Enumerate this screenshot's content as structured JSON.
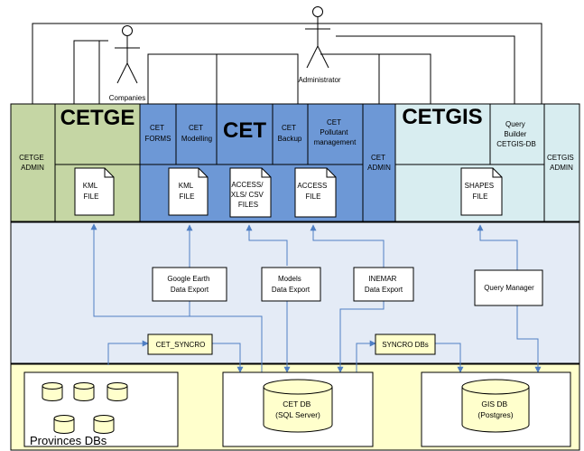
{
  "actors": {
    "companies": "Companies",
    "administrator": "Administrator"
  },
  "modules": {
    "cetge_admin": [
      "CETGE",
      "ADMIN"
    ],
    "cetge": "CETGE",
    "cet_forms": [
      "CET",
      "FORMS"
    ],
    "cet_modelling": [
      "CET",
      "Modelling"
    ],
    "cet": "CET",
    "cet_backup": [
      "CET",
      "Backup"
    ],
    "cet_pollutant": [
      "CET",
      "Pollutant",
      "management"
    ],
    "cet_admin": [
      "CET",
      "ADMIN"
    ],
    "cetgis": "CETGIS",
    "query_builder": [
      "Query",
      "Builder",
      "CETGIS-DB"
    ],
    "cetgis_admin": [
      "CETGIS",
      "ADMIN"
    ]
  },
  "files": {
    "kml_file_cetge": [
      "KML",
      "FILE"
    ],
    "kml_file_cet": [
      "KML",
      "FILE"
    ],
    "access_xls_csv_files": [
      "ACCESS/",
      "XLS/ CSV",
      "FILES"
    ],
    "access_file": [
      "ACCESS",
      "FILE"
    ],
    "shapes_file": [
      "SHAPES",
      "FILE"
    ]
  },
  "services": {
    "google_earth_export": [
      "Google Earth",
      "Data Export"
    ],
    "models_export": [
      "Models",
      "Data Export"
    ],
    "inemar_export": [
      "INEMAR",
      "Data Export"
    ],
    "query_manager": "Query Manager",
    "cet_syncro": "CET_SYNCRO",
    "syncro_dbs": "SYNCRO DBs"
  },
  "databases": {
    "provinces": "Provinces DBs",
    "cet_db": [
      "CET DB",
      "(SQL Server)"
    ],
    "gis_db": [
      "GIS DB",
      "(Postgres)"
    ]
  },
  "colors": {
    "cetge_green": "#c5d6a4",
    "cet_blue": "#6d98d6",
    "cetgis_cyan": "#d8edf0",
    "middle_band": "#e4ebf6",
    "bottom_band": "#ffffcc",
    "accent_yellow": "#ffffcc",
    "arrow_blue": "#4f7fc4"
  }
}
